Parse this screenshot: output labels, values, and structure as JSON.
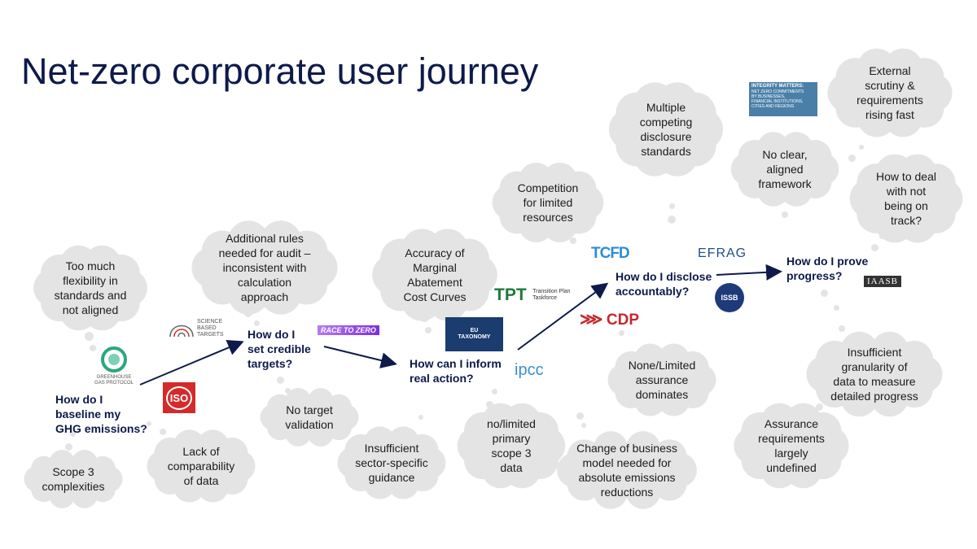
{
  "title": "Net-zero corporate user journey",
  "questions": {
    "baseline": "How do I\nbaseline my\nGHG emissions?",
    "targets": "How do I\nset credible\ntargets?",
    "action": "How can I inform\nreal action?",
    "disclose": "How do I disclose\naccountably?",
    "progress": "How do I prove\nprogress?"
  },
  "clouds": {
    "flexibility": "Too much\nflexibility in\nstandards and\nnot aligned",
    "scope3_complex": "Scope 3\ncomplexities",
    "comparability": "Lack of\ncomparability\nof data",
    "additional_rules": "Additional rules\nneeded for audit –\ninconsistent with\ncalculation\napproach",
    "no_target_validation": "No target\nvalidation",
    "sector_guidance": "Insufficient\nsector-specific\nguidance",
    "macc": "Accuracy of\nMarginal\nAbatement\nCost Curves",
    "primary_scope3": "no/limited\nprimary\nscope 3\ndata",
    "competition": "Competition\nfor limited\nresources",
    "business_model": "Change of business\nmodel needed for\nabsolute emissions\nreductions",
    "multiple_standards": "Multiple\ncompeting\ndisclosure\nstandards",
    "assurance_limited": "None/Limited\nassurance\ndominates",
    "no_framework": "No clear,\naligned\nframework",
    "external_scrutiny": "External\nscrutiny &\nrequirements\nrising fast",
    "off_track": "How to deal\nwith not\nbeing on\ntrack?",
    "granularity": "Insufficient\ngranularity of\ndata to measure\ndetailed progress",
    "assurance_undefined": "Assurance\nrequirements\nlargely\nundefined"
  },
  "logos": {
    "ghg": "GREENHOUSE\nGAS PROTOCOL",
    "iso": "ISO",
    "sbti": "SCIENCE\nBASED\nTARGETS",
    "race": "RACE TO ZERO",
    "tpt": "TPT",
    "tpt_sub": "Transition Plan\nTaskforce",
    "taxonomy": "EU\nTAXONOMY",
    "ipcc": "ipcc",
    "tcfd": "TCFD",
    "cdp": "CDP",
    "efrag": "EFRAG",
    "issb": "ISSB",
    "iaasb": "IAASB",
    "integrity_title": "INTEGRITY MATTERS:",
    "integrity_body": "NET ZERO COMMITMENTS\nBY BUSINESSES,\nFINANCIAL INSTITUTIONS,\nCITIES AND REGIONS"
  },
  "colors": {
    "title": "#0d1a4a",
    "arrow": "#0d1a4a",
    "cloud": "#e4e4e4",
    "iso": "#d42a2a",
    "race": "#7a2ee0",
    "tpt": "#1f7a3a",
    "tcfd": "#2a8ed8",
    "cdp": "#c6262e",
    "efrag": "#1e4e8c",
    "issb": "#1e3a7a",
    "iaasb": "#333333",
    "integrity": "#4a7fa8"
  },
  "icons": {
    "cloud": "thought-cloud-shape"
  }
}
